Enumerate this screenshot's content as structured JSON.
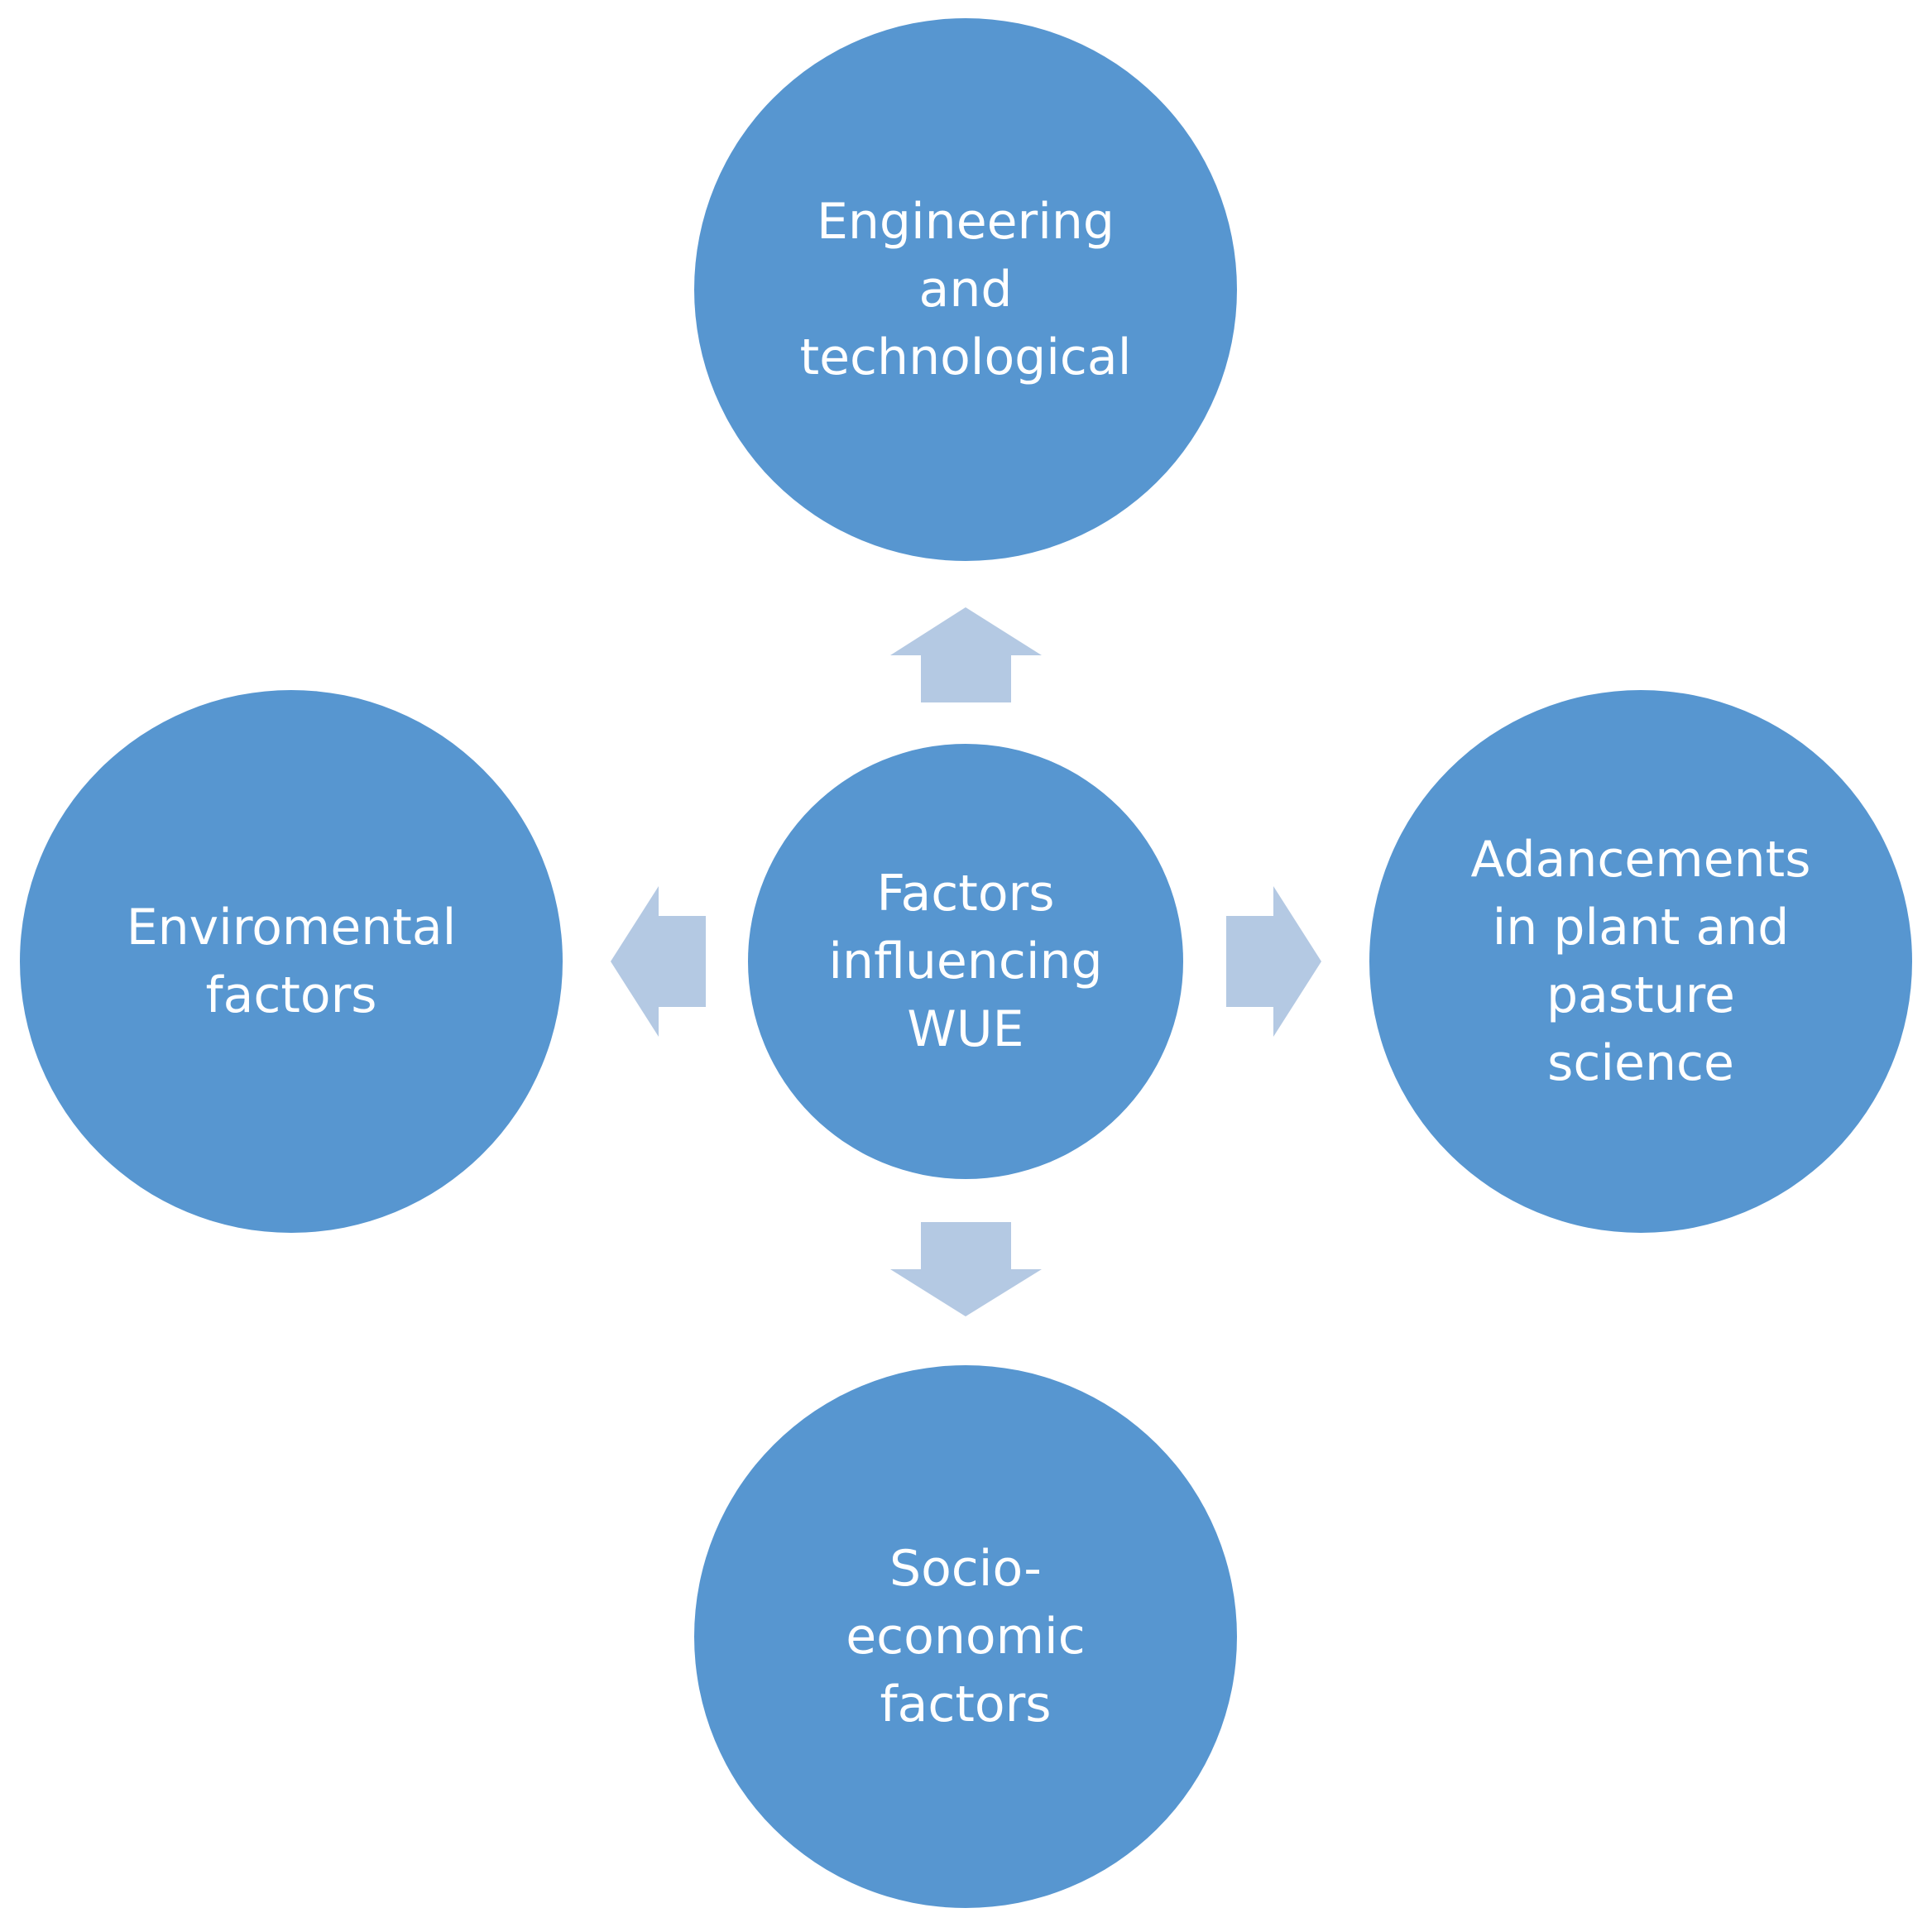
{
  "diagram": {
    "node_color": "#5796d0",
    "arrow_color": "#b4c9e3",
    "center": {
      "label": "Factors\ninfluencing\nWUE"
    },
    "top": {
      "label": "Engineering\nand\ntechnological"
    },
    "left": {
      "label": "Enviromental\nfactors"
    },
    "right": {
      "label": "Adancements\nin plant and\npasture\nscience"
    },
    "bottom": {
      "label": "Socio-\neconomic\nfactors"
    }
  }
}
